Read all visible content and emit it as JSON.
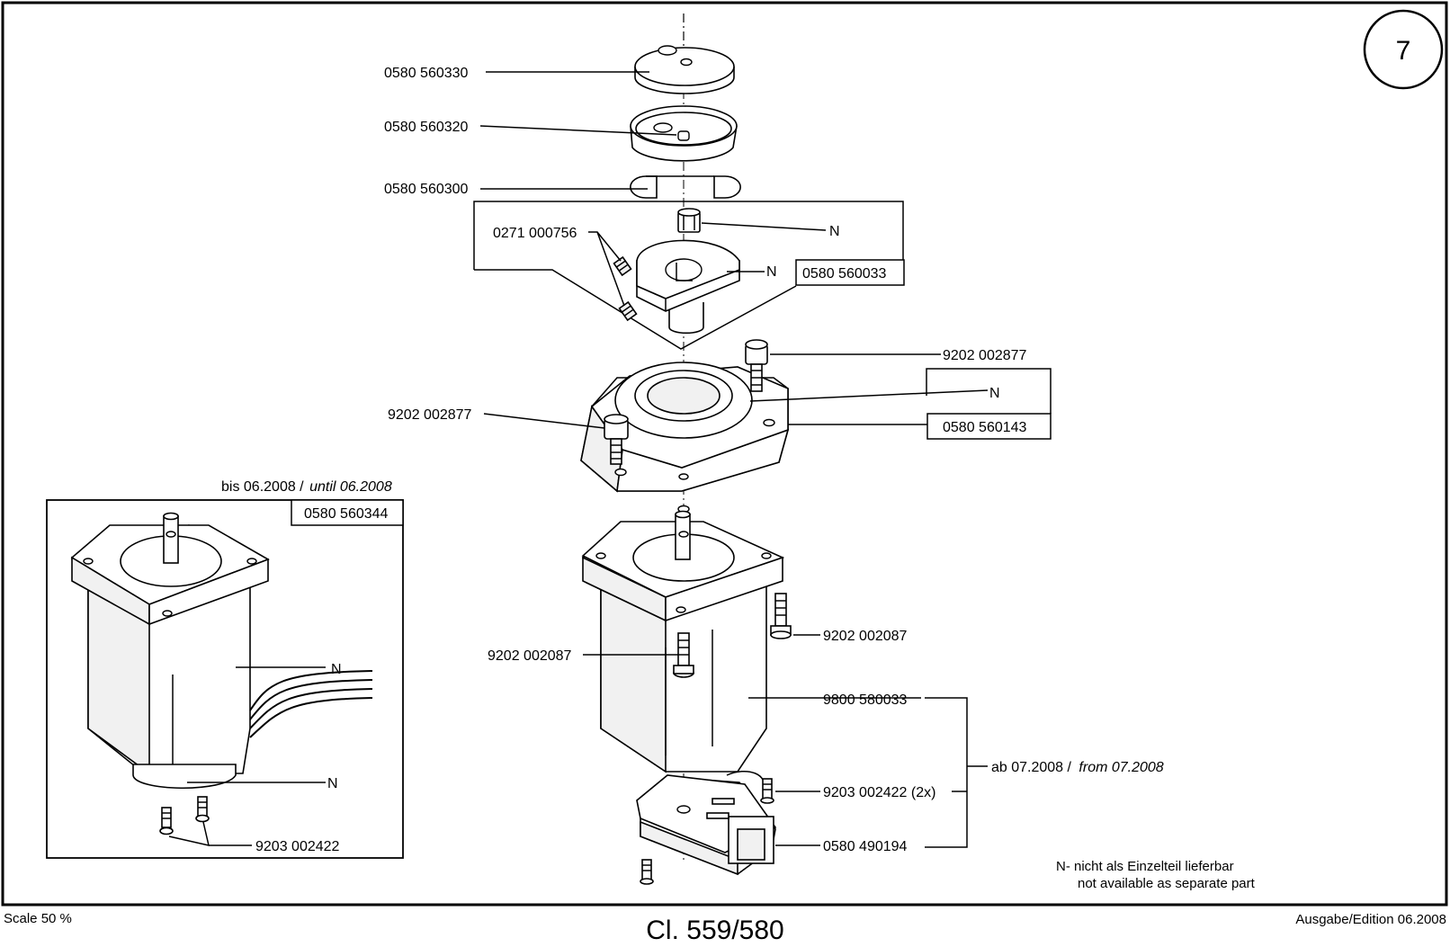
{
  "page_number": "7",
  "footer": {
    "scale": "Scale 50 %",
    "model": "Cl. 559/580",
    "edition": "Ausgabe/Edition 06.2008"
  },
  "labels": {
    "p_560330": "0580 560330",
    "p_560320": "0580 560320",
    "p_560300": "0580 560300",
    "p_000756": "0271 000756",
    "n_top_pin": "N",
    "n_housing": "N",
    "assy_560033": "0580 560033",
    "screw_right": "9202 002877",
    "screw_left": "9202 002877",
    "n_flange": "N",
    "assy_560143": "0580 560143",
    "until_de": "bis 06.2008 /",
    "until_en": "until 06.2008",
    "assy_560344": "0580 560344",
    "n_old_motor": "N",
    "n_old_base": "N",
    "old_screw": "9203 002422",
    "screw_motor_left": "9202 002087",
    "screw_motor_right": "9202 002087",
    "motor": "9800 580033",
    "from_de": "ab 07.2008 /",
    "from_en": "from 07.2008",
    "board_screw": "9203 002422 (2x)",
    "board": "0580 490194"
  },
  "legend": {
    "line1": "N- nicht als Einzelteil lieferbar",
    "line2": "not available as separate part"
  }
}
